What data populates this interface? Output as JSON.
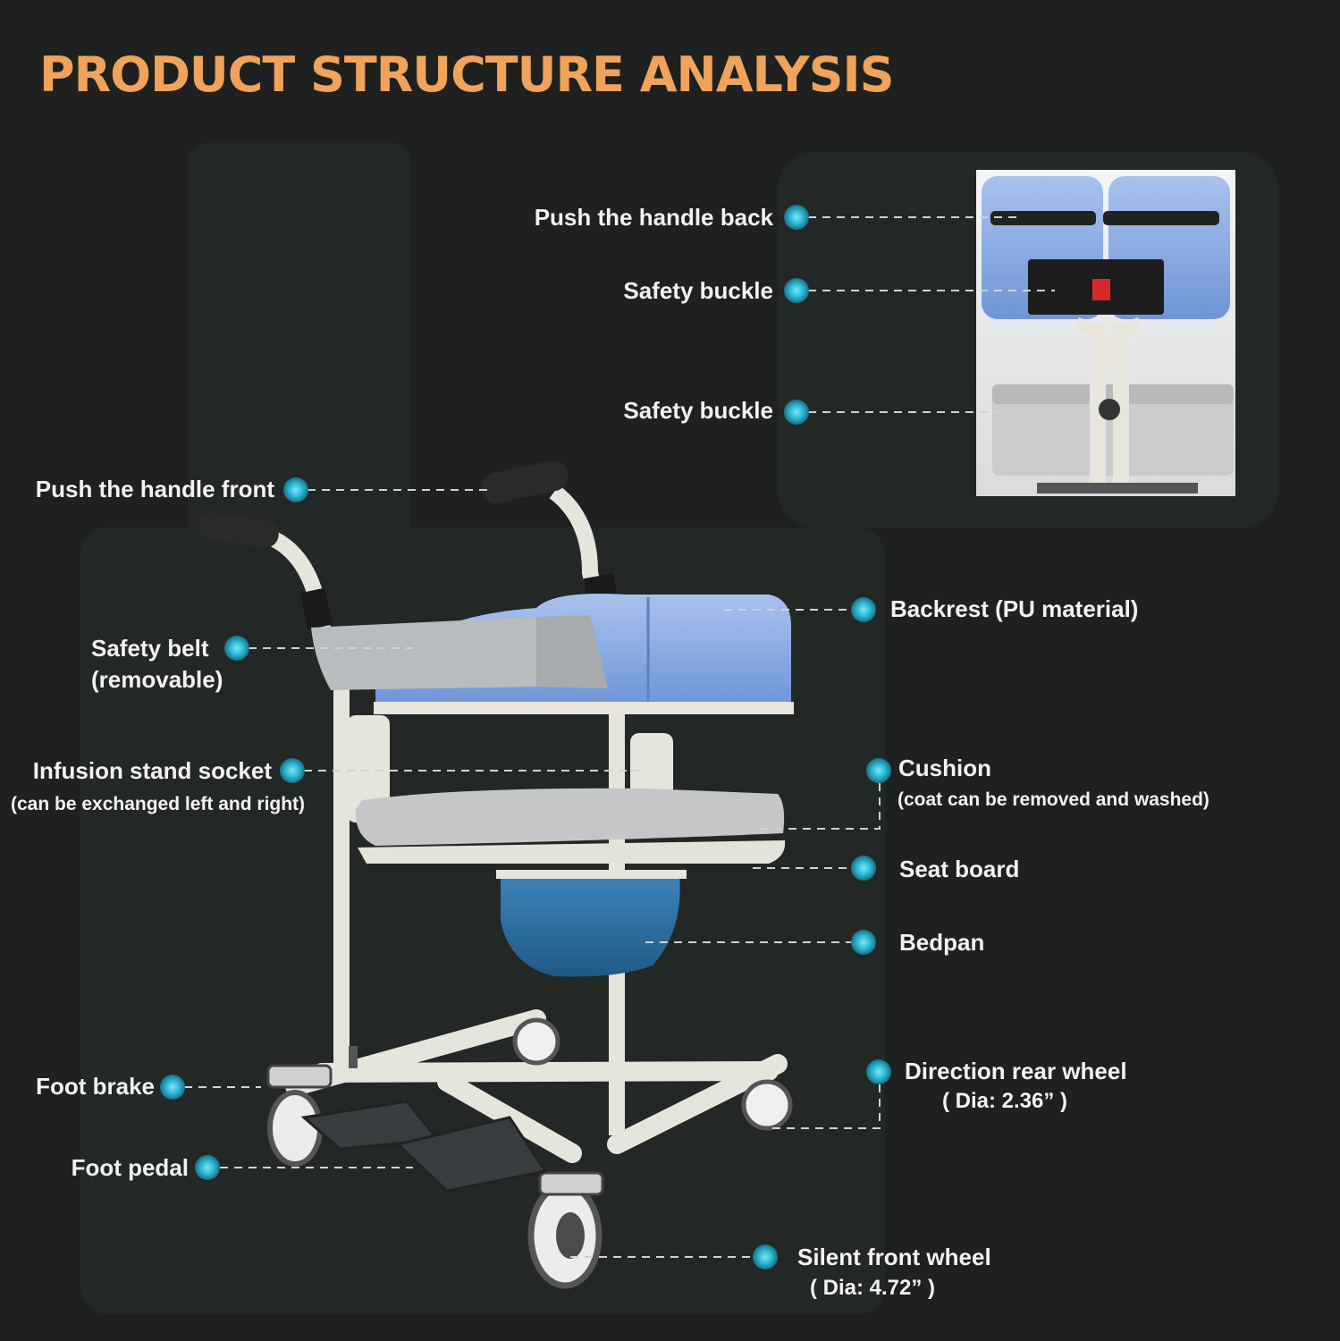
{
  "title": "PRODUCT STRUCTURE ANALYSIS",
  "colors": {
    "background": "#1e2120",
    "title": "#f0a35a",
    "marker": "#29b6d4",
    "label": "#f2f2f2",
    "leader": "#cfd3d3"
  },
  "labels": {
    "push_handle_back": "Push the handle back",
    "safety_buckle_1": "Safety buckle",
    "safety_buckle_2": "Safety buckle",
    "push_handle_front": "Push the handle front",
    "backrest": "Backrest (PU material)",
    "safety_belt_line1": "Safety belt",
    "safety_belt_line2": "(removable)",
    "infusion_socket": "Infusion stand socket",
    "infusion_socket_note": "(can be exchanged left and right)",
    "cushion": "Cushion",
    "cushion_note": "(coat can be removed and washed)",
    "seat_board": "Seat board",
    "bedpan": "Bedpan",
    "foot_brake": "Foot brake",
    "direction_rear_wheel": "Direction rear wheel",
    "rear_wheel_dia": "(   Dia: 2.36”  )",
    "foot_pedal": "Foot pedal",
    "silent_front_wheel": "Silent front wheel",
    "front_wheel_dia": "(   Dia: 4.72”  )"
  }
}
